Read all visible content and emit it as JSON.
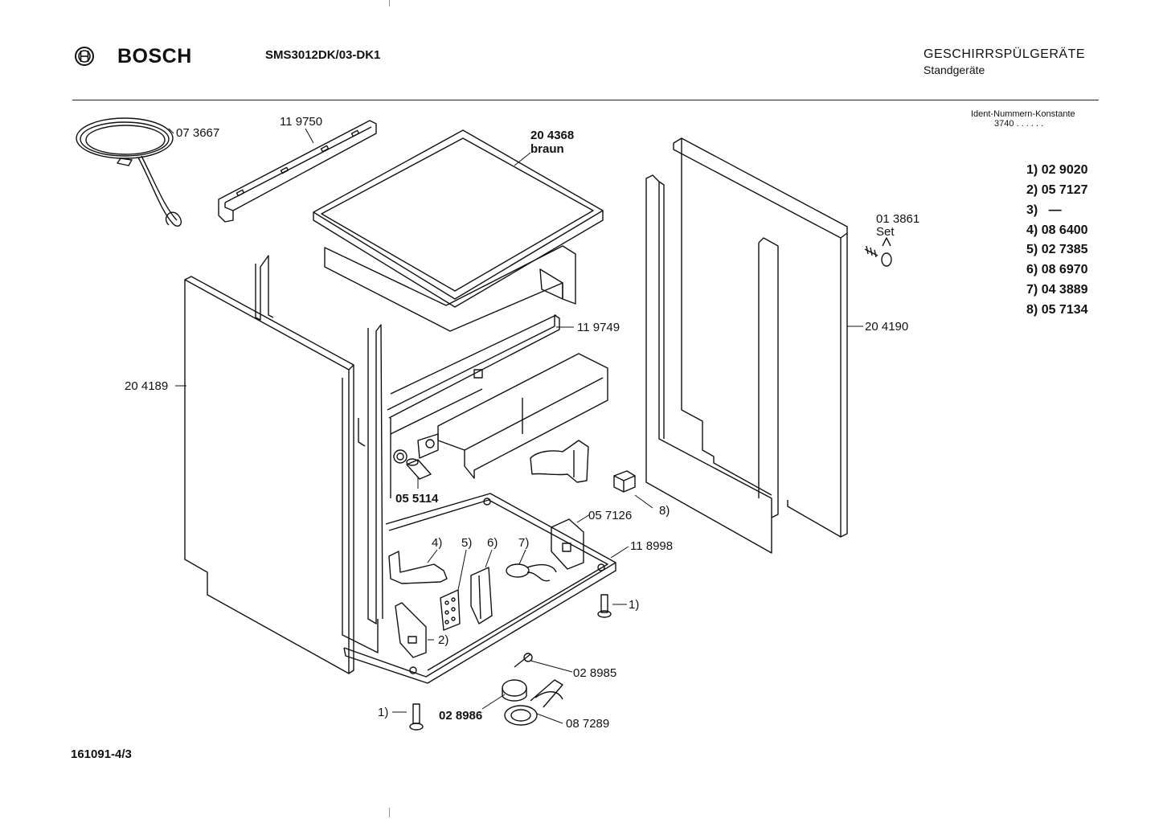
{
  "header": {
    "brand": "BOSCH",
    "model": "SMS3012DK/03-DK1",
    "category": "GESCHIRRSPÜLGERÄTE",
    "subcategory": "Standgeräte",
    "ident_label": "Ident-Nummern-Konstante",
    "ident_value": "3740  . .   . . . ."
  },
  "legend": [
    {
      "key": "1)",
      "value": "02 9020"
    },
    {
      "key": "2)",
      "value": "05 7127"
    },
    {
      "key": "3)",
      "value": "—"
    },
    {
      "key": "4)",
      "value": "08 6400"
    },
    {
      "key": "5)",
      "value": "02 7385"
    },
    {
      "key": "6)",
      "value": "08 6970"
    },
    {
      "key": "7)",
      "value": "04 3889"
    },
    {
      "key": "8)",
      "value": "05 7134"
    }
  ],
  "parts": {
    "cable": "07 3667",
    "rail_top": "11 9750",
    "worktop": "20 4368",
    "worktop_color": "braun",
    "rail_back": "11 9749",
    "side_left": "20 4189",
    "side_right": "20 4190",
    "screw_set_num": "01 3861",
    "screw_set_word": "Set",
    "cap": "05 5114",
    "bracket": "05 7126",
    "base": "11 8998",
    "valve": "02 8985",
    "float_disc": "02 8986",
    "float_arm": "08 7289"
  },
  "callouts": {
    "c1a": "1)",
    "c1b": "1)",
    "c2": "2)",
    "c4": "4)",
    "c5": "5)",
    "c6": "6)",
    "c7": "7)",
    "c8": "8)"
  },
  "footer": {
    "doc_number": "161091-4/3"
  }
}
